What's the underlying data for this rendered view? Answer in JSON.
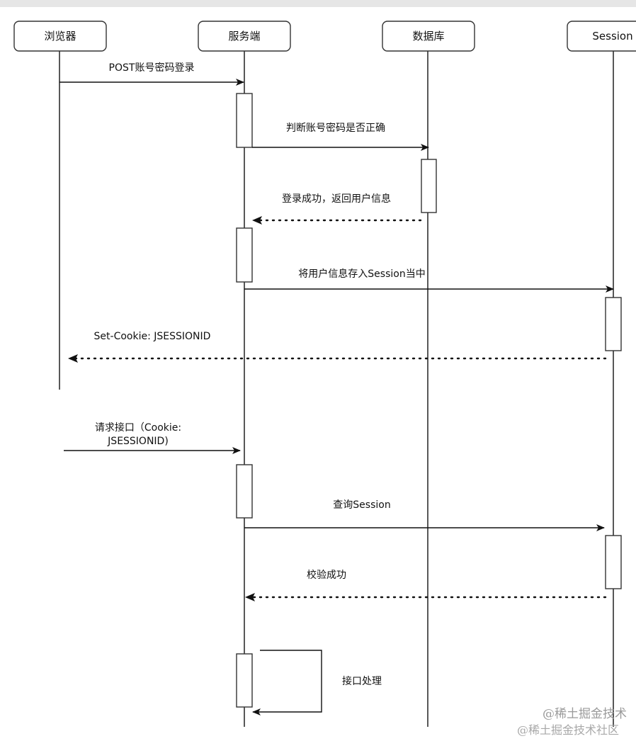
{
  "participants": [
    "浏览器",
    "服务端",
    "数据库",
    "Session"
  ],
  "messages": {
    "m1": "POST账号密码登录",
    "m2": "判断账号密码是否正确",
    "m3": "登录成功，返回用户信息",
    "m4": "将用户信息存入Session当中",
    "m5": "Set-Cookie: JSESSIONID",
    "m6a": "请求接口（Cookie:",
    "m6b": "JSESSIONID)",
    "m7": "查询Session",
    "m8": "校验成功",
    "m9": "接口处理"
  },
  "watermark": {
    "line1": "@稀土掘金技术",
    "line2": "@稀土掘金技术社区"
  },
  "colors": {
    "line": "#111111",
    "box_border": "#333333",
    "box_fill": "#ffffff",
    "watermark": "#9a9a9a",
    "top_bar": "#e6e6e6"
  }
}
